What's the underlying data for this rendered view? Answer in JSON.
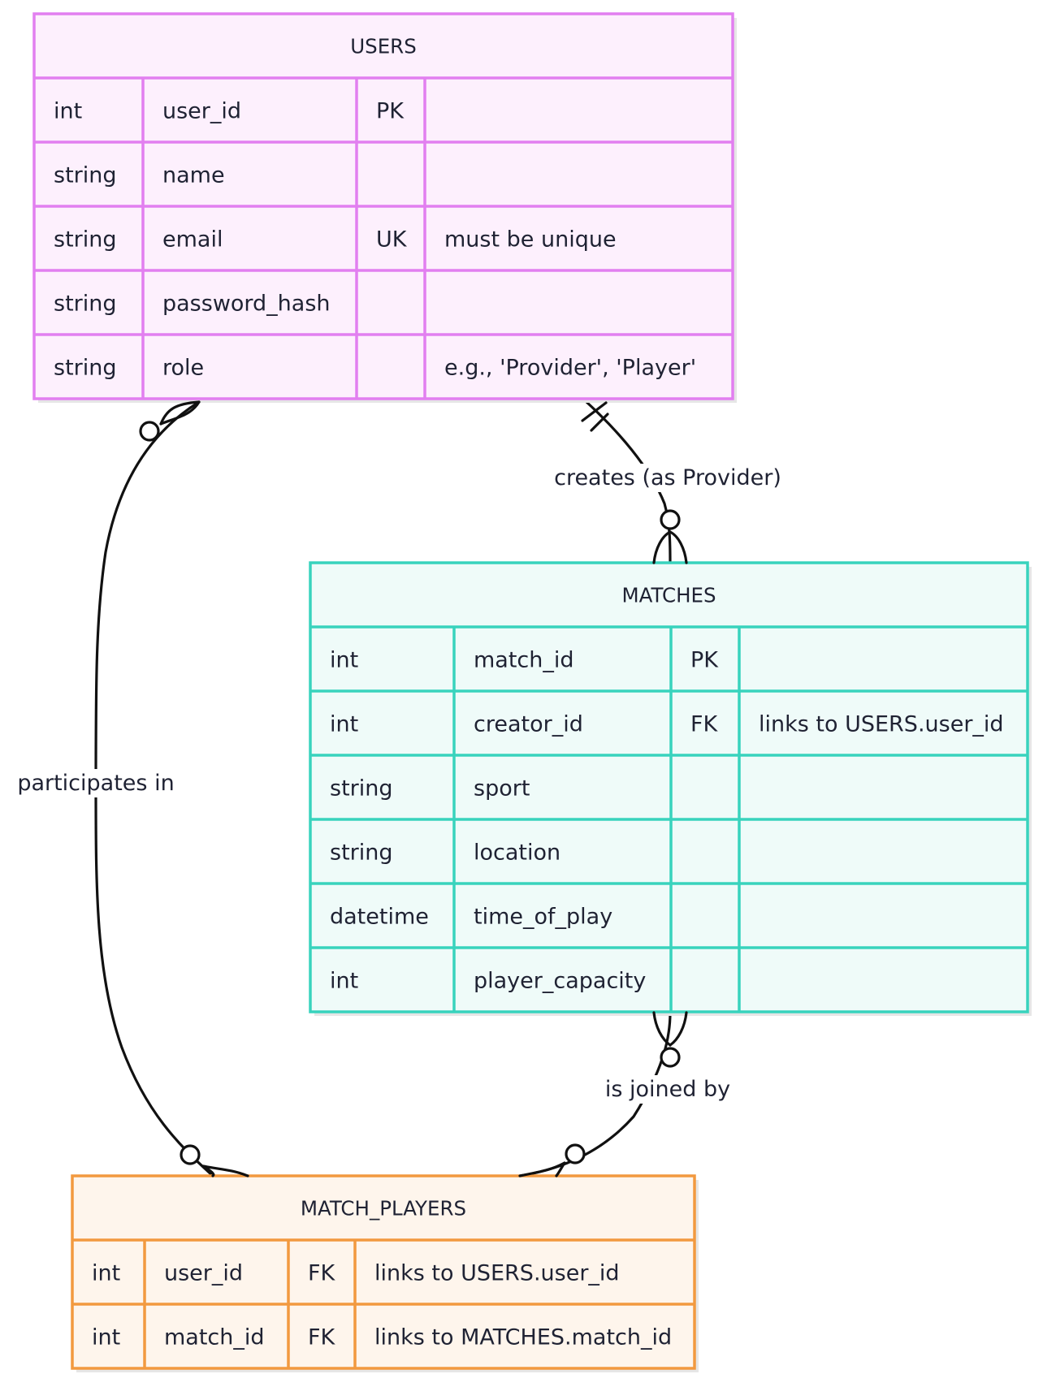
{
  "entities": [
    {
      "name": "USERS",
      "rows": [
        {
          "type": "int",
          "name": "user_id",
          "key": "PK",
          "comment": ""
        },
        {
          "type": "string",
          "name": "name",
          "key": "",
          "comment": ""
        },
        {
          "type": "string",
          "name": "email",
          "key": "UK",
          "comment": "must be unique"
        },
        {
          "type": "string",
          "name": "password_hash",
          "key": "",
          "comment": ""
        },
        {
          "type": "string",
          "name": "role",
          "key": "",
          "comment": "e.g., 'Provider', 'Player'"
        }
      ],
      "colors": {
        "border": "#e27ff0",
        "fill": "#fdf0fd"
      }
    },
    {
      "name": "MATCHES",
      "rows": [
        {
          "type": "int",
          "name": "match_id",
          "key": "PK",
          "comment": ""
        },
        {
          "type": "int",
          "name": "creator_id",
          "key": "FK",
          "comment": "links to USERS.user_id"
        },
        {
          "type": "string",
          "name": "sport",
          "key": "",
          "comment": ""
        },
        {
          "type": "string",
          "name": "location",
          "key": "",
          "comment": ""
        },
        {
          "type": "datetime",
          "name": "time_of_play",
          "key": "",
          "comment": ""
        },
        {
          "type": "int",
          "name": "player_capacity",
          "key": "",
          "comment": ""
        }
      ],
      "colors": {
        "border": "#38d3bd",
        "fill": "#effbf9"
      }
    },
    {
      "name": "MATCH_PLAYERS",
      "rows": [
        {
          "type": "int",
          "name": "user_id",
          "key": "FK",
          "comment": "links to USERS.user_id"
        },
        {
          "type": "int",
          "name": "match_id",
          "key": "FK",
          "comment": "links to MATCHES.match_id"
        }
      ],
      "colors": {
        "border": "#f2993f",
        "fill": "#fef5ec"
      }
    }
  ],
  "relationships": [
    {
      "label": "participates in",
      "from": "USERS",
      "to": "MATCH_PLAYERS",
      "from_cardinality": "zero-or-many",
      "to_cardinality": "zero-or-many"
    },
    {
      "label": "creates (as Provider)",
      "from": "USERS",
      "to": "MATCHES",
      "from_cardinality": "exactly-one",
      "to_cardinality": "zero-or-many"
    },
    {
      "label": "is joined by",
      "from": "MATCHES",
      "to": "MATCH_PLAYERS",
      "from_cardinality": "zero-or-many",
      "to_cardinality": "zero-or-many"
    }
  ]
}
